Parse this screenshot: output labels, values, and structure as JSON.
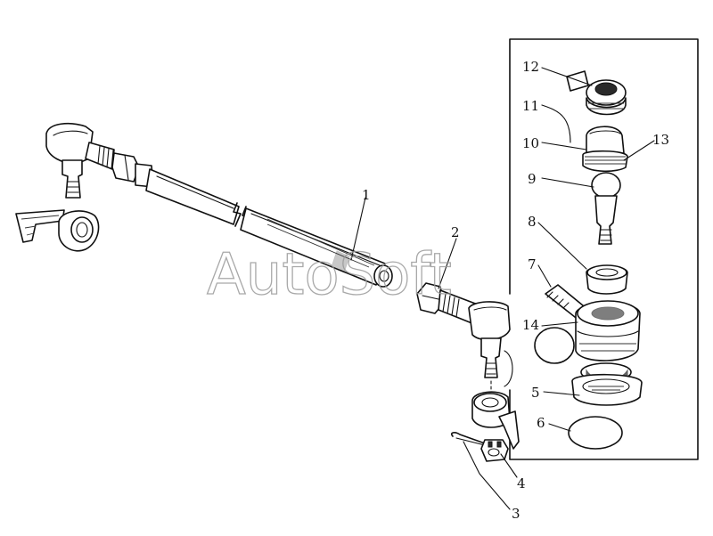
{
  "watermark": "AutoSoft",
  "callouts": {
    "c1": "1",
    "c2": "2",
    "c3": "3",
    "c4": "4",
    "c5": "5",
    "c6": "6",
    "c7": "7",
    "c8": "8",
    "c9": "9",
    "c10": "10",
    "c11": "11",
    "c12": "12",
    "c13": "13",
    "c14": "14"
  },
  "colors": {
    "ink": "#111111",
    "watermark": "#9a9a9a",
    "background": "#ffffff"
  }
}
